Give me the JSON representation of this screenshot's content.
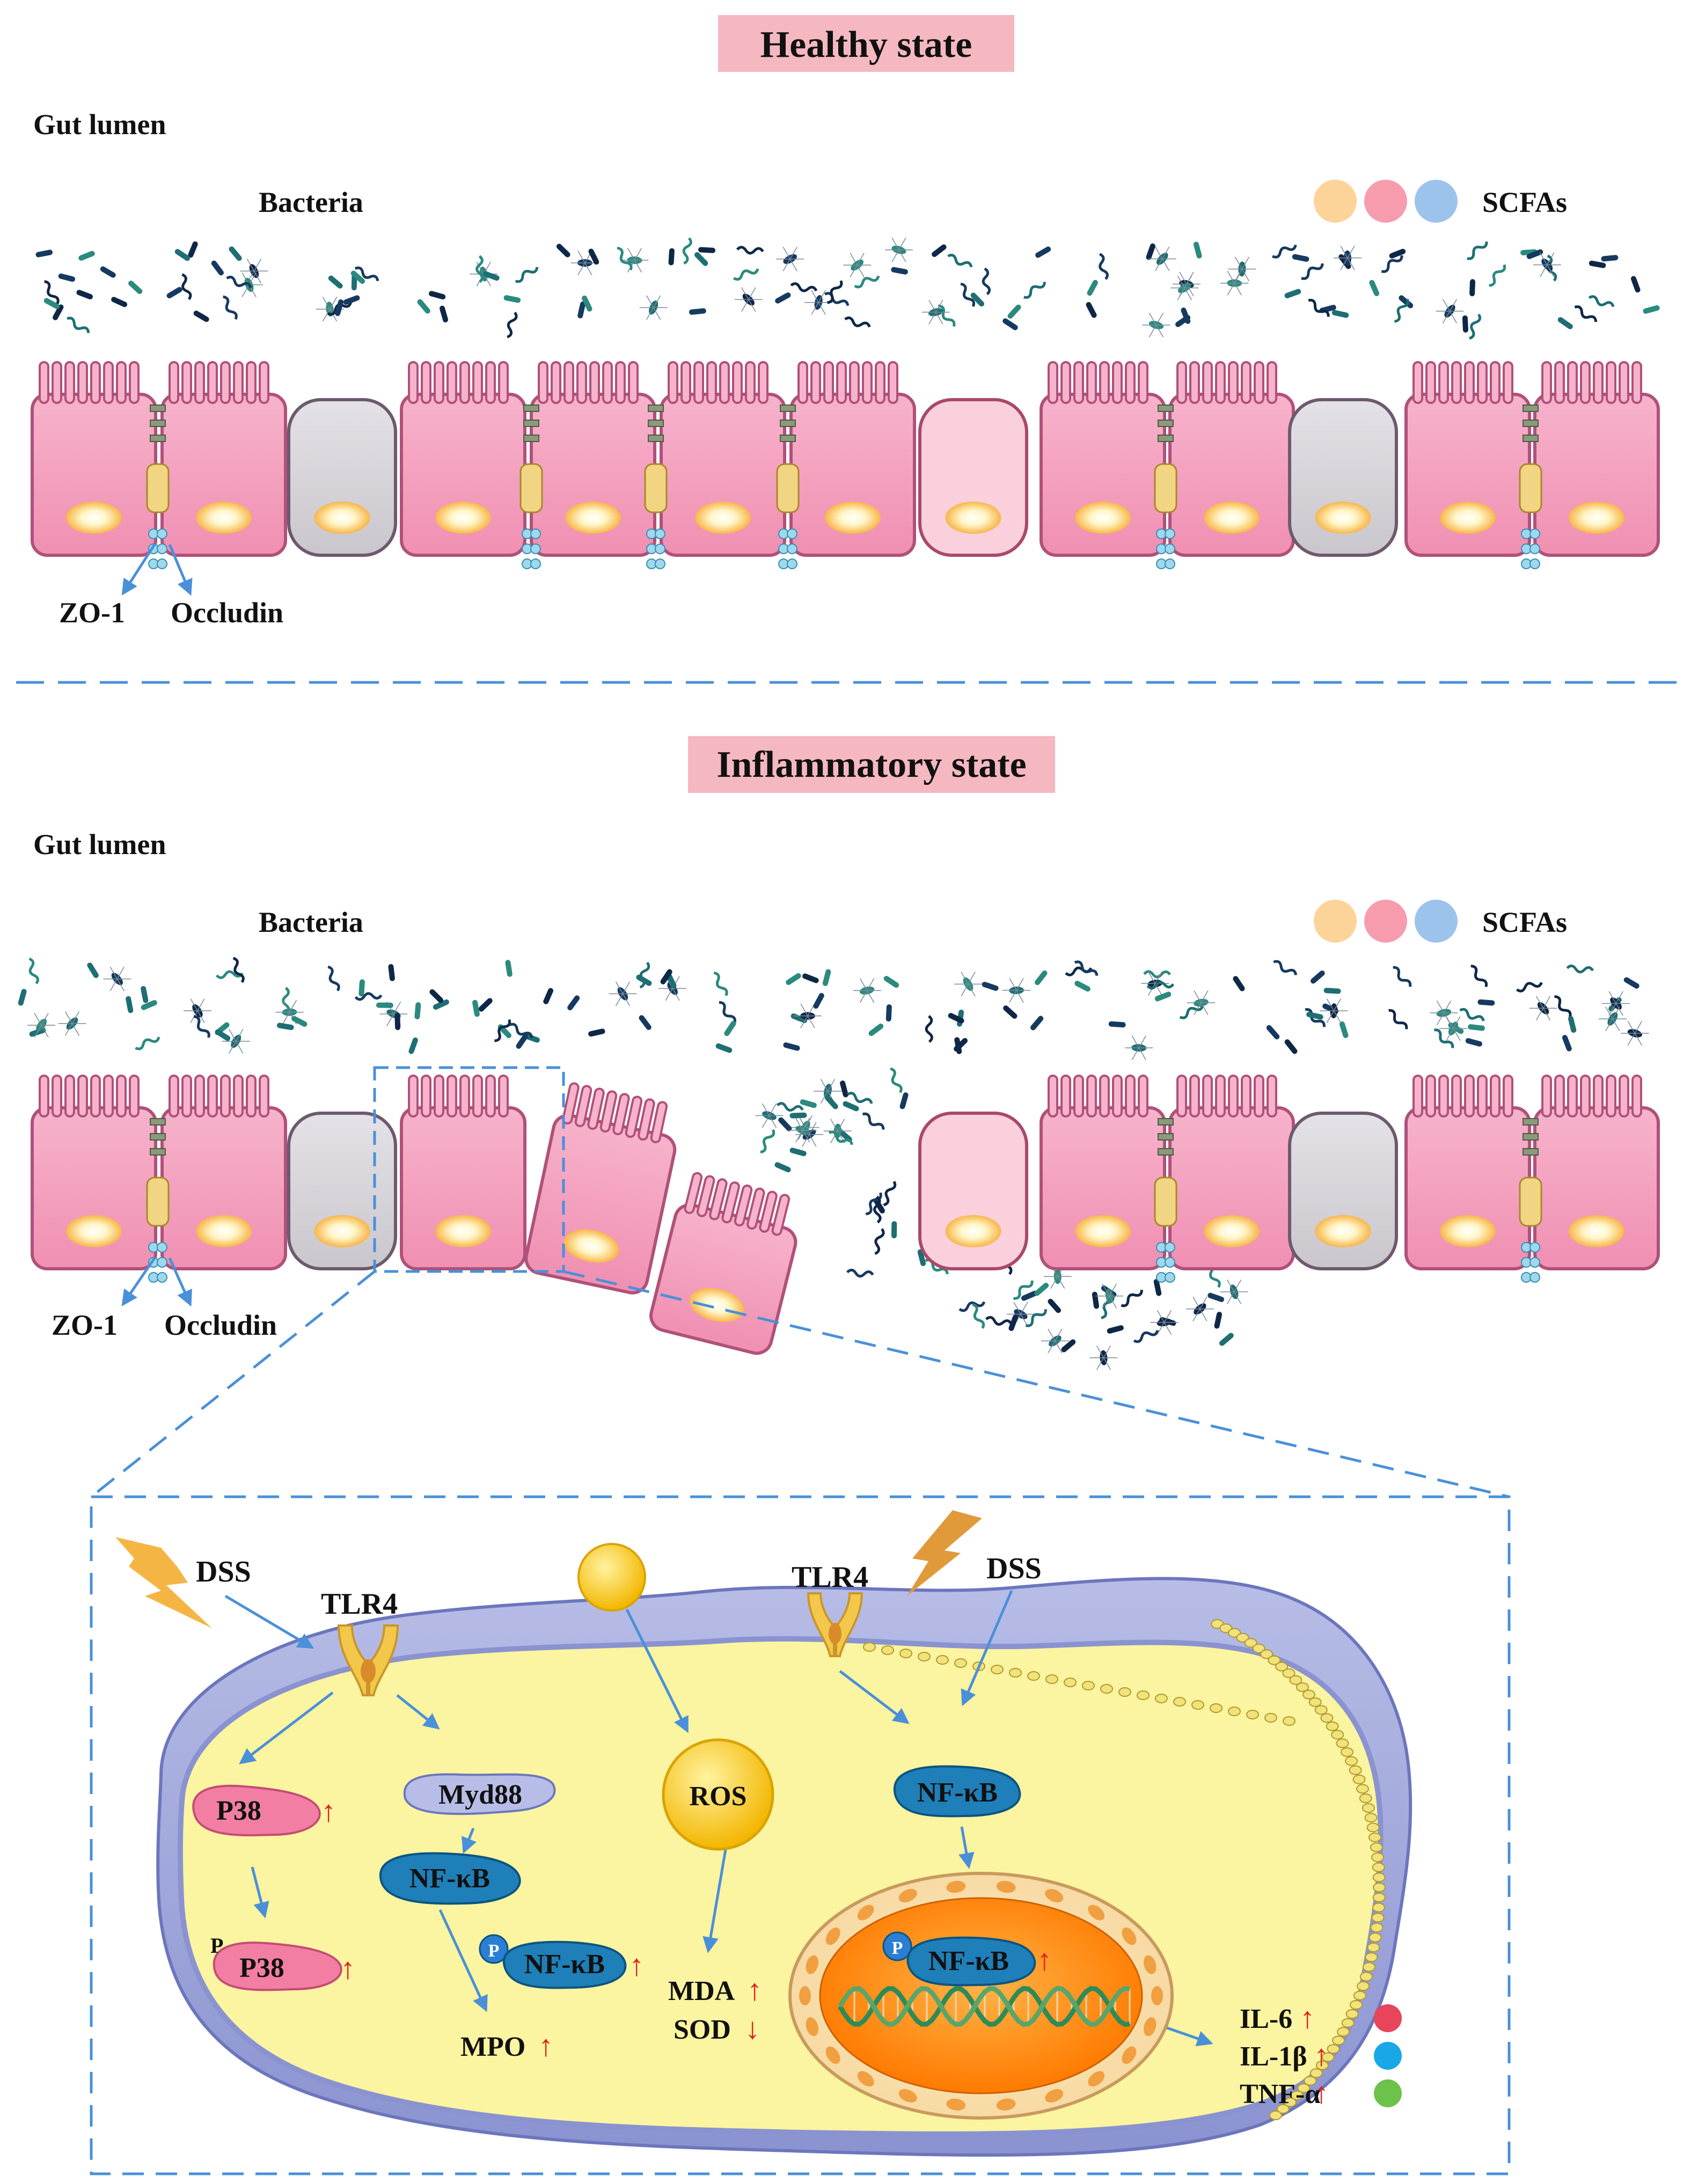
{
  "healthy": {
    "title": "Healthy state",
    "gut_lumen": "Gut lumen",
    "bacteria": "Bacteria",
    "scfas": "SCFAs",
    "zo1": "ZO-1",
    "occludin": "Occludin"
  },
  "inflammatory": {
    "title": "Inflammatory state",
    "gut_lumen": "Gut lumen",
    "bacteria": "Bacteria",
    "scfas": "SCFAs",
    "zo1": "ZO-1",
    "occludin": "Occludin"
  },
  "detail": {
    "dss_left": "DSS",
    "dss_right": "DSS",
    "tlr4_left": "TLR4",
    "tlr4_right": "TLR4",
    "myd88": "Myd88",
    "p38": "P38",
    "p38_phos": "P38",
    "phospho": "P",
    "nfkb_1": "NF-κB",
    "nfkb_2": "NF-κB",
    "nfkb_3": "NF-κB",
    "nfkb_nucleus": "NF-κB",
    "ros": "ROS",
    "mpo": "MPO",
    "mda": "MDA",
    "sod": "SOD",
    "up": "↑",
    "down": "↓",
    "cytokines": [
      {
        "name": "IL-6",
        "color": "#e8445a"
      },
      {
        "name": "IL-1β",
        "color": "#1aa7e8"
      },
      {
        "name": "TNF-α",
        "color": "#6cc24a"
      }
    ]
  },
  "colors": {
    "title_bg": "#f5b8c0",
    "enterocyte": "#f5a3c0",
    "goblet": "#d9d6dc",
    "divider": "#4a90d9",
    "scfa": [
      "#fcd49a",
      "#f79cac",
      "#9cc3ec"
    ]
  }
}
